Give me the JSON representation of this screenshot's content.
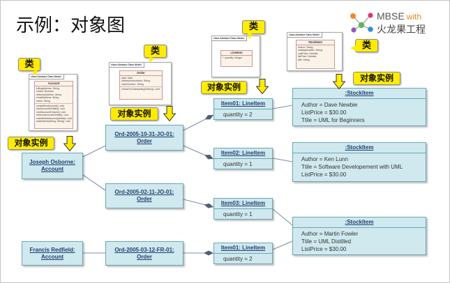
{
  "slide": {
    "title": "示例：对象图"
  },
  "logo": {
    "brand": "MBSE",
    "with": "with",
    "company": "火龙果工程"
  },
  "colors": {
    "callout_yellow": "#ffec00",
    "object_fill": "#cfe9ef",
    "object_border": "#6aa6b5",
    "object_name_text": "#1f3d6e",
    "class_fill": "#fbf2e8",
    "connector": "#7d8fa3",
    "logo_accent": "#e58a22"
  },
  "class_thumbnails": [
    {
      "frame_label": "class Abstract Class Model",
      "class_name": "Account",
      "attributes": [
        "billingAddress: String",
        "closed: Boolean",
        "deliveryAddress: String",
        "emailAddress: String",
        "name: String"
      ],
      "operations": [
        "createNewAccount(): void",
        "loadAccountDetails(): void",
        "markAccountClosed(): void",
        "retrieveAccountDetails(): void",
        "submitNewAccount(details): void",
        "setAddress(String, String): void"
      ]
    },
    {
      "frame_label": "class Abstract Class Model",
      "class_name": "Order",
      "attributes": [
        "date: Date",
        "deliveryInstructions: String",
        "orderNumber: String"
      ],
      "operations": [
        "checkForOutstandingOrders(): void"
      ]
    },
    {
      "frame_label": "class Abstract Class Model",
      "class_name": "LineItem",
      "attributes": [
        "+ quantity: Integer"
      ]
    },
    {
      "frame_label": "class Abstract Class Model",
      "class_name": "StockItem",
      "attributes": [
        "Author: String",
        "catalogNumber: String",
        "costPrice: Number",
        "listPrice: Number",
        "title: String"
      ]
    }
  ],
  "callouts": {
    "class_labels": [
      "类",
      "类",
      "类",
      "类"
    ],
    "instance_labels": [
      "对象实例",
      "对象实例",
      "对象实例",
      "对象实例"
    ]
  },
  "objects": {
    "accounts": [
      {
        "name": "Joseph Osborne:",
        "type": "Account"
      },
      {
        "name": "Francis Redfield:",
        "type": "Account"
      }
    ],
    "orders": [
      {
        "name": "Ord-2005-10-31-JO-01:",
        "type": "Order"
      },
      {
        "name": "Ord-2005-02-11-JO-01:",
        "type": "Order"
      },
      {
        "name": "Ord-2005-03-12-FR-01:",
        "type": "Order"
      }
    ],
    "line_items": [
      {
        "name": "Item01: LineItem",
        "slot": "quantity = 2"
      },
      {
        "name": "Item02: LineItem",
        "slot": "quantity = 1"
      },
      {
        "name": "Item03: LineItem",
        "slot": "quantity = 1"
      },
      {
        "name": "Item01: LineItem",
        "slot": "quantity = 2"
      }
    ],
    "stock_items": [
      {
        "name": ":StockItem",
        "slots": [
          "Author = Dave Newbie",
          "ListPrice = $30.00",
          "Ttile = UML for Beginners"
        ]
      },
      {
        "name": ":StockItem",
        "slots": [
          "Author = Ken Lunn",
          "Ttile = Software Developement with UML",
          "ListPrice = $30.00"
        ]
      },
      {
        "name": ":StockItem",
        "slots": [
          "Author = Martin Fowler",
          "Ttile = UML Distilled",
          "ListPrice = $30.00"
        ]
      }
    ]
  }
}
